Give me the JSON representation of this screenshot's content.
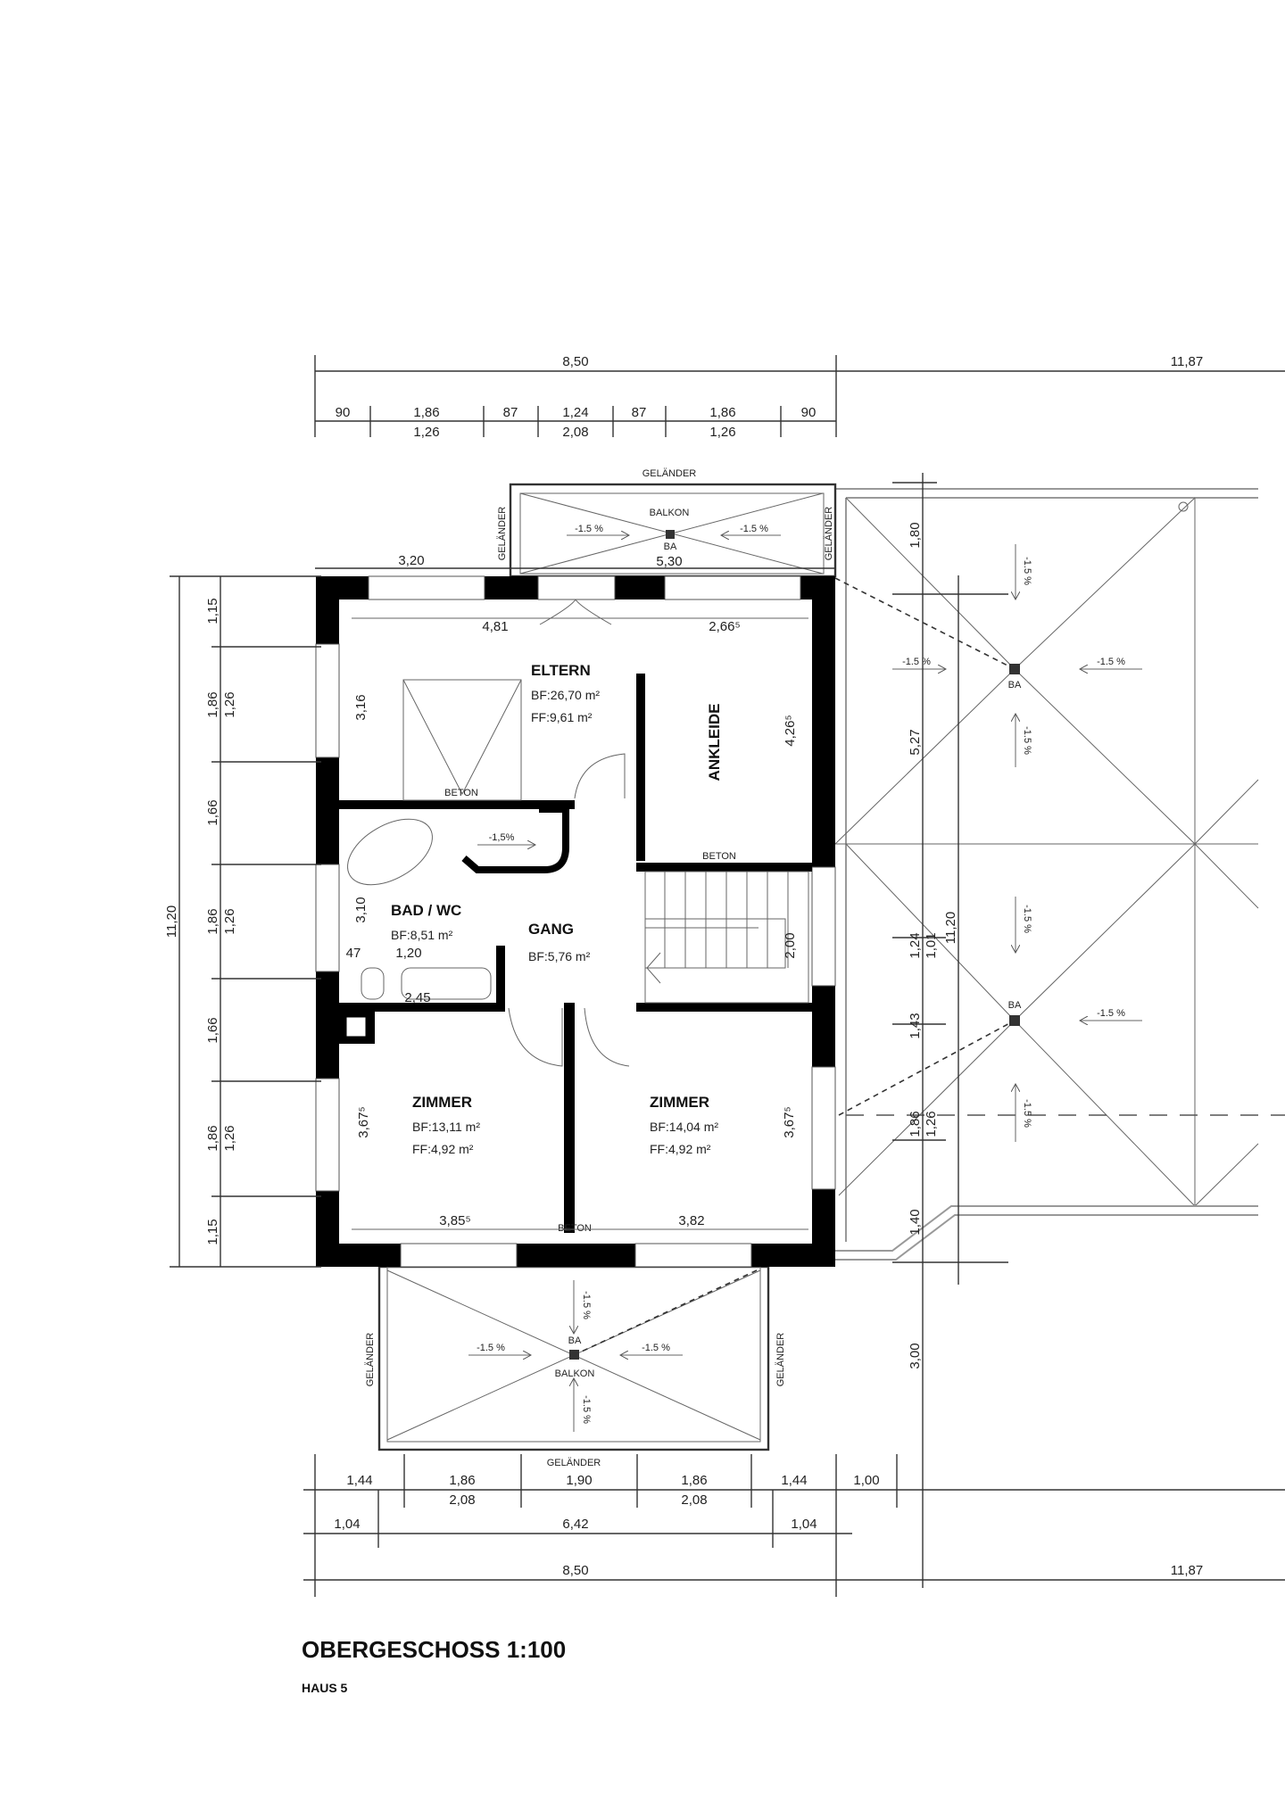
{
  "plan": {
    "title": "OBERGESCHOSS 1:100",
    "subtitle": "HAUS 5"
  },
  "dims_top": {
    "overall": "8,50",
    "overall_right": "11,87",
    "segments": [
      "90",
      "1,86",
      "87",
      "1,24",
      "87",
      "1,86",
      "90"
    ],
    "segments_lower": [
      "1,26",
      "2,08",
      "1,26"
    ],
    "balcony_left": "3,20",
    "balcony_width": "5,30"
  },
  "dims_left": {
    "overall": "11,20",
    "segments": [
      "1,15",
      "1,86",
      "1,66",
      "1,86",
      "1,66",
      "1,86",
      "1,15"
    ],
    "segments_lower": [
      "1,26",
      "1,26",
      "1,26"
    ]
  },
  "dims_right": {
    "overall": "11,20",
    "segments": [
      "1,80",
      "5,27",
      "1,24",
      "1,43",
      "1,86",
      "1,40",
      "3,00"
    ],
    "segments_lower": [
      "1,01",
      "1,26"
    ]
  },
  "dims_bottom": {
    "row1": [
      "1,44",
      "1,86",
      "1,90",
      "1,86",
      "1,44",
      "1,00"
    ],
    "row1_lower": [
      "2,08",
      "2,08"
    ],
    "row2": [
      "1,04",
      "6,42",
      "1,04"
    ],
    "overall": "8,50",
    "overall_right": "11,87"
  },
  "rooms": {
    "eltern": {
      "name": "ELTERN",
      "bf": "BF:26,70 m²",
      "ff": "FF:9,61 m²",
      "width": "4,81",
      "height": "3,16"
    },
    "ankleide": {
      "name": "ANKLEIDE",
      "width": "2,66⁵",
      "height": "4,26⁵"
    },
    "bad": {
      "name": "BAD / WC",
      "bf": "BF:8,51 m²",
      "height": "3,10",
      "d1": "47",
      "d2": "1,20",
      "d3": "2,45",
      "slope": "-1,5%"
    },
    "gang": {
      "name": "GANG",
      "bf": "BF:5,76 m²",
      "stair": "2,00"
    },
    "zimmer_left": {
      "name": "ZIMMER",
      "bf": "BF:13,11 m²",
      "ff": "FF:4,92 m²",
      "width": "3,85⁵",
      "height": "3,67⁵"
    },
    "zimmer_right": {
      "name": "ZIMMER",
      "bf": "BF:14,04 m²",
      "ff": "FF:4,92 m²",
      "width": "3,82",
      "height": "3,67⁵"
    }
  },
  "labels": {
    "beton": "BETON",
    "gelaender": "GELÄNDER",
    "balkon": "BALKON",
    "ba": "BA",
    "slope": "-1.5 %"
  },
  "colors": {
    "wall": "#000000",
    "line": "#333333",
    "background": "#ffffff"
  }
}
